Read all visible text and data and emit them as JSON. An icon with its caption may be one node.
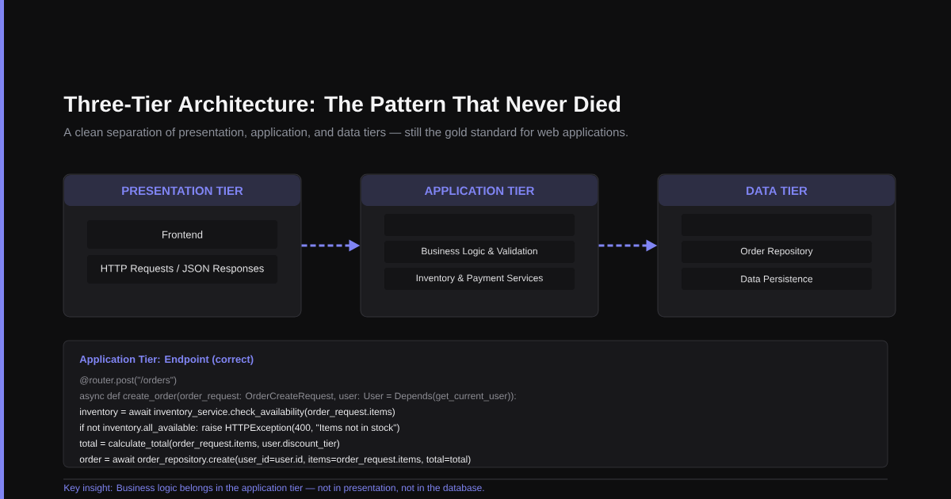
{
  "diagram": {
    "title": "Three-Tier Architecture: The Pattern That Never Died",
    "nodes": [
      {
        "text": [
          "PRESENTATION TIER"
        ]
      },
      {
        "text": [
          "Frontend"
        ],
        "in": 0
      },
      {
        "text": [
          "HTTP Requests / JSON Responses"
        ],
        "in": 0
      },
      {
        "text": [
          "APPLICATION TIER"
        ]
      },
      {
        "text": [],
        "shape": "box",
        "in": 3
      },
      {
        "text": [
          "Business Logic & Validation"
        ],
        "in": 3
      },
      {
        "text": [
          "Inventory & Payment Services"
        ],
        "in": 3
      },
      {
        "text": [
          "DATA TIER"
        ]
      },
      {
        "text": [],
        "shape": "box",
        "in": 7
      },
      {
        "text": [
          "Order Repository"
        ],
        "in": 7
      },
      {
        "text": [
          "Data Persistence"
        ],
        "in": 7
      },
      {
        "text": [
          "Application Tier: Endpoint (correct)",
          "@router.post(\"/orders\")",
          "async def create_order(order_request: OrderCreateRequest, user: User = Depends(get_current_user)):",
          "inventory = await inventory_service.check_availability(order_request.items)",
          "if not inventory.all_available: raise HTTPException(400, \"Items not in stock\")",
          "total = calculate_total(order_request.items, user.discount_tier)",
          "order = await order_repository.create(user_id=user.id, items=order_request.items, total=total)"
        ]
      }
    ],
    "edges": [
      {
        "from": 0,
        "to": 3,
        "arrow": "to",
        "style": "dashed"
      },
      {
        "from": 3,
        "to": 7,
        "arrow": "to",
        "style": "dashed"
      }
    ],
    "labels": [
      "A clean separation of presentation, application, and data tiers — still the gold standard for web applications.",
      "Key insight: Business logic belongs in the application tier — not in presentation, not in the database."
    ]
  }
}
